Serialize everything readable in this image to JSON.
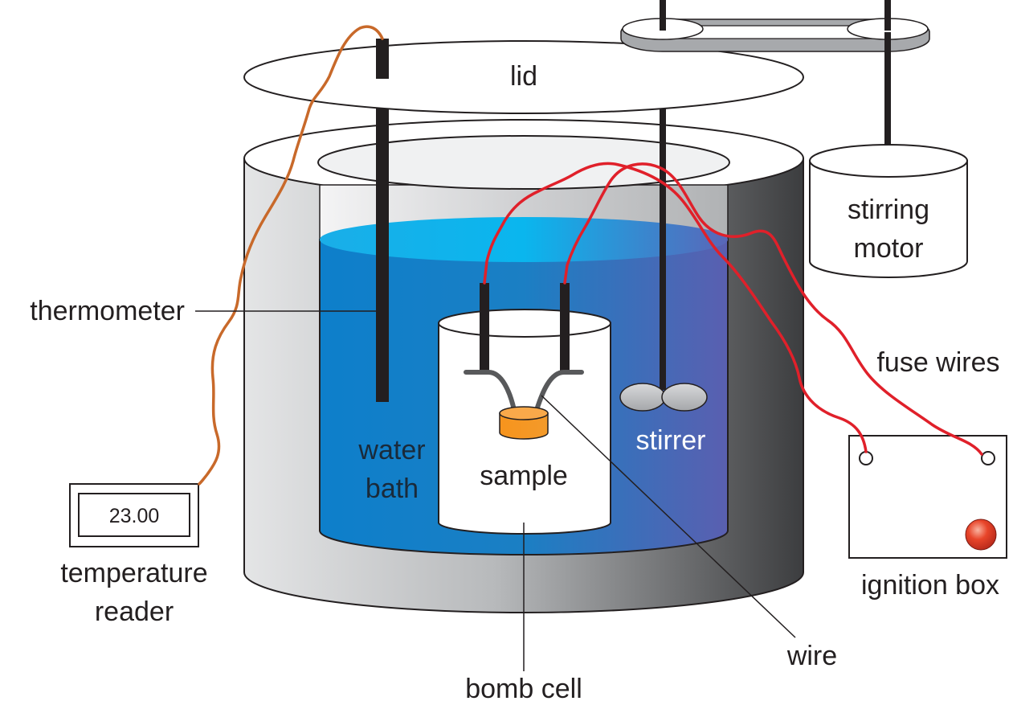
{
  "labels": {
    "lid": "lid",
    "stirring_motor_line1": "stirring",
    "stirring_motor_line2": "motor",
    "thermometer": "thermometer",
    "fuse_wires": "fuse wires",
    "water_bath_line1": "water",
    "water_bath_line2": "bath",
    "sample": "sample",
    "stirrer": "stirrer",
    "ignition_box": "ignition box",
    "temperature_reader_line1": "temperature",
    "temperature_reader_line2": "reader",
    "wire": "wire",
    "bomb_cell": "bomb cell"
  },
  "temperature_reader": {
    "display_value": "23.00"
  },
  "colors": {
    "water": "#1a82c8",
    "thermometer_wire": "#c8692a",
    "fuse_wire": "#e0202a",
    "sample": "#f7941d",
    "ignition_button": "#e8452a",
    "outline": "#231f20"
  }
}
